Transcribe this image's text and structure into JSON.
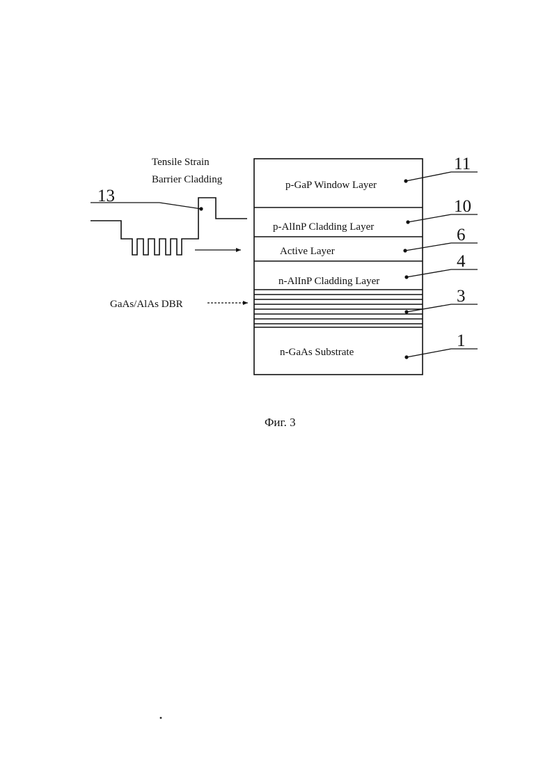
{
  "annotation": {
    "line1": "Tensile Strain",
    "line2": "Barrier Cladding"
  },
  "layers": [
    {
      "label": "p-GaP Window Layer",
      "ref": "11"
    },
    {
      "label": "p-AlInP Cladding Layer",
      "ref": "10"
    },
    {
      "label": "Active Layer",
      "ref": "6"
    },
    {
      "label": "n-AlInP Cladding Layer",
      "ref": "4"
    },
    {
      "label": "",
      "ref": "3"
    },
    {
      "label": "n-GaAs Substrate",
      "ref": "1"
    }
  ],
  "profile_ref": "13",
  "dbr_label": "GaAs/AlAs DBR",
  "caption": "Фиг. 3"
}
